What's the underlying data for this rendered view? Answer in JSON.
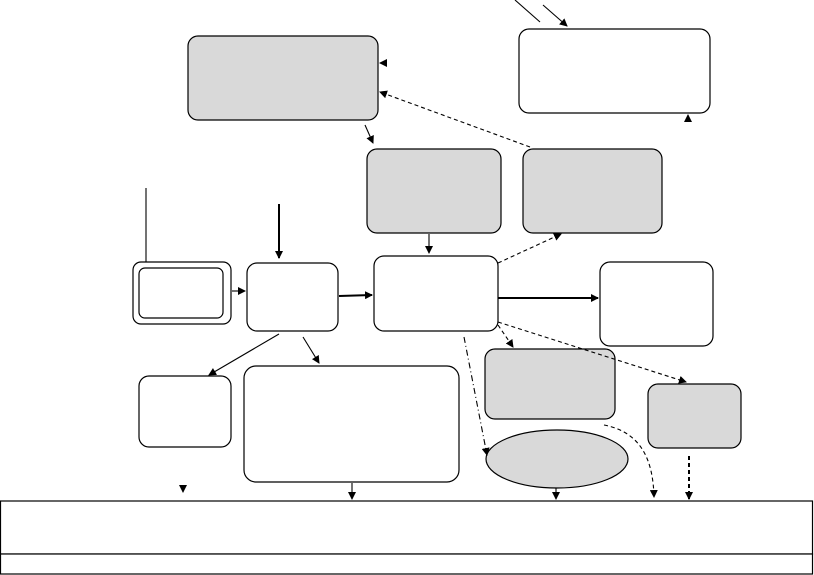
{
  "diagram": {
    "colors": {
      "stroke": "#000000",
      "shaded_fill": "#d9d9d9",
      "plain_fill": "#ffffff"
    },
    "nodes": [
      {
        "id": "top-left-shaded-box",
        "shape": "rounded-rect",
        "shaded": true,
        "label": ""
      },
      {
        "id": "top-right-box",
        "shape": "rounded-rect",
        "shaded": false,
        "label": ""
      },
      {
        "id": "middle-shaded-box-a",
        "shape": "rounded-rect",
        "shaded": true,
        "label": ""
      },
      {
        "id": "middle-shaded-box-b",
        "shape": "rounded-rect",
        "shaded": true,
        "label": ""
      },
      {
        "id": "double-border-box",
        "shape": "double-rect",
        "shaded": false,
        "label": ""
      },
      {
        "id": "small-input-box",
        "shape": "rounded-rect",
        "shaded": false,
        "label": ""
      },
      {
        "id": "central-box",
        "shape": "rounded-rect",
        "shaded": false,
        "label": ""
      },
      {
        "id": "right-output-box",
        "shape": "rounded-rect",
        "shaded": false,
        "label": ""
      },
      {
        "id": "small-left-box",
        "shape": "rounded-rect",
        "shaded": false,
        "label": ""
      },
      {
        "id": "large-center-box",
        "shape": "rounded-rect",
        "shaded": false,
        "label": ""
      },
      {
        "id": "right-shaded-box-a",
        "shape": "rounded-rect",
        "shaded": true,
        "label": ""
      },
      {
        "id": "right-shaded-box-b",
        "shape": "rounded-rect",
        "shaded": true,
        "label": ""
      },
      {
        "id": "shaded-ellipse",
        "shape": "ellipse",
        "shaded": true,
        "label": ""
      },
      {
        "id": "bottom-banner",
        "shape": "rect",
        "shaded": false,
        "label": ""
      },
      {
        "id": "bottom-strip",
        "shape": "rect",
        "shaded": false,
        "label": ""
      }
    ],
    "edges": [
      {
        "id": "top-diagonal-in",
        "from": "",
        "to": "top-right-box",
        "style": "solid"
      },
      {
        "id": "top-right-to-top-left",
        "from": "middle-shaded-box-b",
        "to": "top-left-shaded-box",
        "style": "dashed"
      },
      {
        "id": "top-left-to-middle-a",
        "from": "top-left-shaded-box",
        "to": "middle-shaded-box-a",
        "style": "solid"
      },
      {
        "id": "middle-a-to-central",
        "from": "middle-shaded-box-a",
        "to": "central-box",
        "style": "solid"
      },
      {
        "id": "central-to-middle-b",
        "from": "central-box",
        "to": "middle-shaded-box-b",
        "style": "dashed"
      },
      {
        "id": "double-to-input",
        "from": "double-border-box",
        "to": "small-input-box",
        "style": "solid"
      },
      {
        "id": "input-to-central",
        "from": "small-input-box",
        "to": "central-box",
        "style": "solid"
      },
      {
        "id": "central-to-right-output",
        "from": "central-box",
        "to": "right-output-box",
        "style": "solid"
      },
      {
        "id": "input-to-small-left",
        "from": "small-input-box",
        "to": "small-left-box",
        "style": "solid"
      },
      {
        "id": "input-to-large-center",
        "from": "small-input-box",
        "to": "large-center-box",
        "style": "solid"
      },
      {
        "id": "central-to-right-shaded-a",
        "from": "central-box",
        "to": "right-shaded-box-a",
        "style": "dashed"
      },
      {
        "id": "central-to-right-shaded-b",
        "from": "central-box",
        "to": "right-shaded-box-b",
        "style": "dashed"
      },
      {
        "id": "central-to-ellipse",
        "from": "central-box",
        "to": "shaded-ellipse",
        "style": "dashdot"
      },
      {
        "id": "large-center-to-banner",
        "from": "large-center-box",
        "to": "bottom-banner",
        "style": "solid"
      },
      {
        "id": "ellipse-to-banner",
        "from": "shaded-ellipse",
        "to": "bottom-banner",
        "style": "solid"
      },
      {
        "id": "right-shaded-a-to-banner",
        "from": "right-shaded-box-a",
        "to": "bottom-banner",
        "style": "dashed"
      },
      {
        "id": "right-shaded-b-to-banner",
        "from": "right-shaded-box-b",
        "to": "bottom-banner",
        "style": "dashed"
      }
    ]
  }
}
